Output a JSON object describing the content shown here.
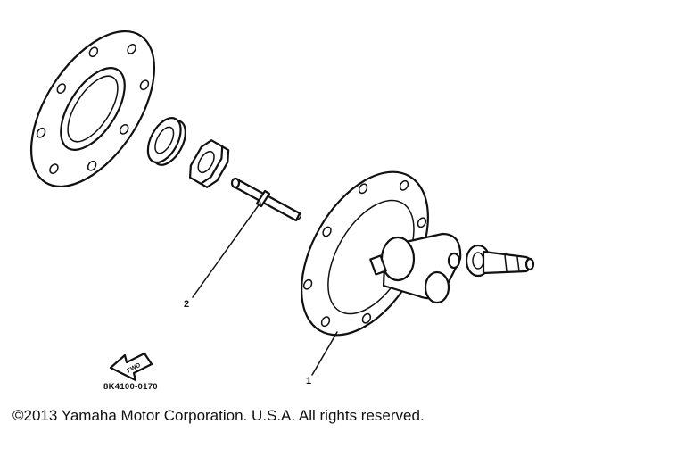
{
  "callouts": {
    "part_1": "1",
    "part_2": "2"
  },
  "part_code": "8K4100-0170",
  "forward_label": "FWD",
  "copyright": "©2013 Yamaha Motor Corporation. U.S.A. All rights reserved."
}
